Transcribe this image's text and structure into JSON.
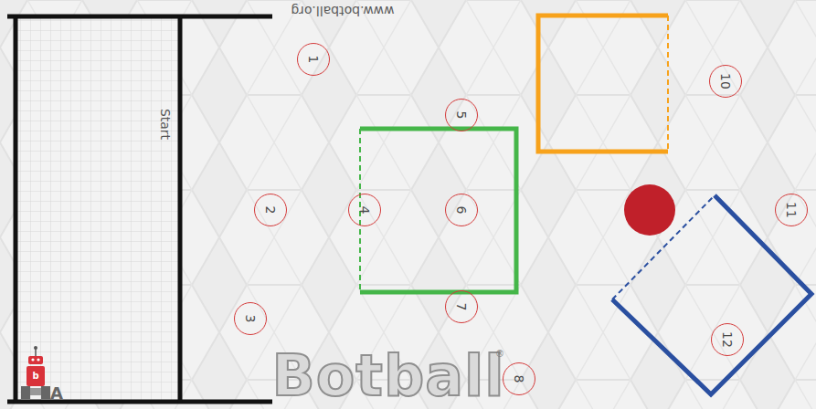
{
  "diagram": {
    "nodes": [
      {
        "text": [
          "1"
        ]
      },
      {
        "text": [
          "2"
        ]
      },
      {
        "text": [
          "3"
        ]
      },
      {
        "text": [
          "4"
        ]
      },
      {
        "text": [
          "5"
        ]
      },
      {
        "text": [
          "6"
        ]
      },
      {
        "text": [
          "7"
        ]
      },
      {
        "text": [
          "8"
        ]
      },
      {
        "text": [
          "10"
        ]
      },
      {
        "text": [
          "11"
        ]
      },
      {
        "text": [
          "12"
        ]
      }
    ],
    "labels": [
      "www.botball.org",
      "Start",
      "Botball",
      "®",
      "A",
      "b"
    ]
  }
}
